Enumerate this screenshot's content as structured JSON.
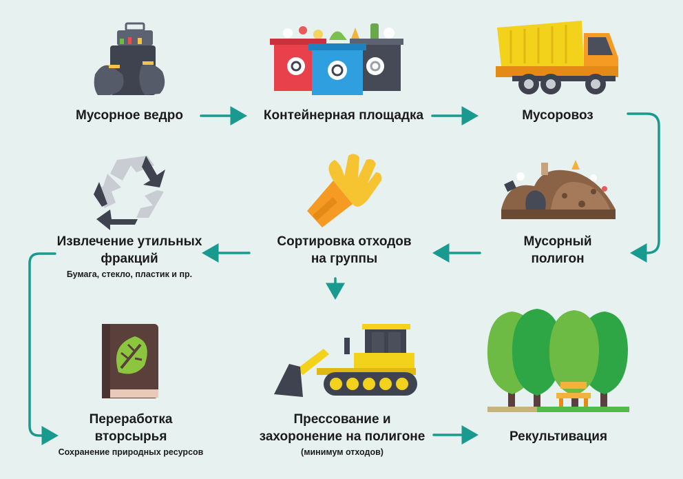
{
  "steps": {
    "bin": {
      "title": "Мусорное ведро"
    },
    "container": {
      "title": "Контейнерная площадка"
    },
    "truck": {
      "title": "Мусоровоз"
    },
    "landfill": {
      "title": "Мусорный полигон"
    },
    "sorting": {
      "title": "Сортировка отходов на группы"
    },
    "extraction": {
      "title": "Извлечение утильных фракций",
      "subtitle": "Бумага, стекло, пластик и пр."
    },
    "recycling": {
      "title": "Переработка вторсырья",
      "subtitle": "Сохранение природных ресурсов"
    },
    "pressing": {
      "title": "Прессование и захоронение на полигоне",
      "subtitle": "(минимум отходов)"
    },
    "recultivation": {
      "title": "Рекультивация"
    }
  },
  "icons": {
    "bin": "trash-bin-icon",
    "container": "recycling-containers-icon",
    "truck": "dump-truck-icon",
    "landfill": "landfill-icon",
    "sorting": "glove-icon",
    "extraction": "recycle-icon",
    "recycling": "recycled-book-icon",
    "pressing": "bulldozer-icon",
    "recultivation": "trees-icon"
  },
  "colors": {
    "background": "#e7f1f0",
    "arrow": "#199a8e",
    "text": "#1b1b1b"
  }
}
